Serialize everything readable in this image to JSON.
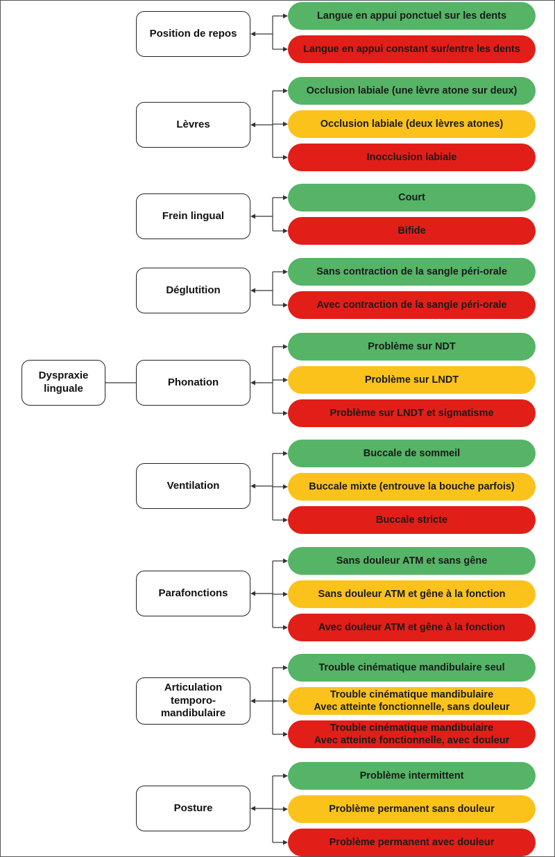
{
  "colors": {
    "green": "#55b466",
    "yellow": "#fbc21c",
    "red": "#e21e18",
    "line": "#333333"
  },
  "root": {
    "label": "Dyspraxie\nlinguale"
  },
  "categories": [
    {
      "label": "Position de repos",
      "options": [
        {
          "text": "Langue en appui ponctuel sur les dents",
          "status": "green"
        },
        {
          "text": "Langue en appui constant sur/entre les dents",
          "status": "red"
        }
      ]
    },
    {
      "label": "Lèvres",
      "options": [
        {
          "text": "Occlusion labiale (une lèvre atone sur deux)",
          "status": "green"
        },
        {
          "text": "Occlusion labiale (deux lèvres atones)",
          "status": "yellow"
        },
        {
          "text": "Inocclusion labiale",
          "status": "red"
        }
      ]
    },
    {
      "label": "Frein lingual",
      "options": [
        {
          "text": "Court",
          "status": "green"
        },
        {
          "text": "Bifide",
          "status": "red"
        }
      ]
    },
    {
      "label": "Déglutition",
      "options": [
        {
          "text": "Sans contraction de la sangle péri-orale",
          "status": "green"
        },
        {
          "text": "Avec contraction de la sangle péri-orale",
          "status": "red"
        }
      ]
    },
    {
      "label": "Phonation",
      "options": [
        {
          "text": "Problème sur NDT",
          "status": "green"
        },
        {
          "text": "Problème sur LNDT",
          "status": "yellow"
        },
        {
          "text": "Problème sur LNDT et sigmatisme",
          "status": "red"
        }
      ]
    },
    {
      "label": "Ventilation",
      "options": [
        {
          "text": "Buccale de sommeil",
          "status": "green"
        },
        {
          "text": "Buccale mixte (entrouve la bouche parfois)",
          "status": "yellow"
        },
        {
          "text": "Buccale stricte",
          "status": "red"
        }
      ]
    },
    {
      "label": "Parafonctions",
      "options": [
        {
          "text": "Sans douleur ATM et sans gêne",
          "status": "green"
        },
        {
          "text": "Sans douleur ATM et gêne à la fonction",
          "status": "yellow"
        },
        {
          "text": "Avec douleur ATM et gêne à la fonction",
          "status": "red"
        }
      ]
    },
    {
      "label": "Articulation\ntemporo-\nmandibulaire",
      "options": [
        {
          "text": "Trouble cinématique mandibulaire seul",
          "status": "green"
        },
        {
          "text": "Trouble cinématique mandibulaire\nAvec atteinte fonctionnelle, sans douleur",
          "status": "yellow"
        },
        {
          "text": "Trouble cinématique mandibulaire\nAvec atteinte fonctionnelle, avec douleur",
          "status": "red"
        }
      ]
    },
    {
      "label": "Posture",
      "options": [
        {
          "text": "Problème intermittent",
          "status": "green"
        },
        {
          "text": "Problème permanent sans douleur",
          "status": "yellow"
        },
        {
          "text": "Problème permanent avec douleur",
          "status": "red"
        }
      ]
    }
  ]
}
